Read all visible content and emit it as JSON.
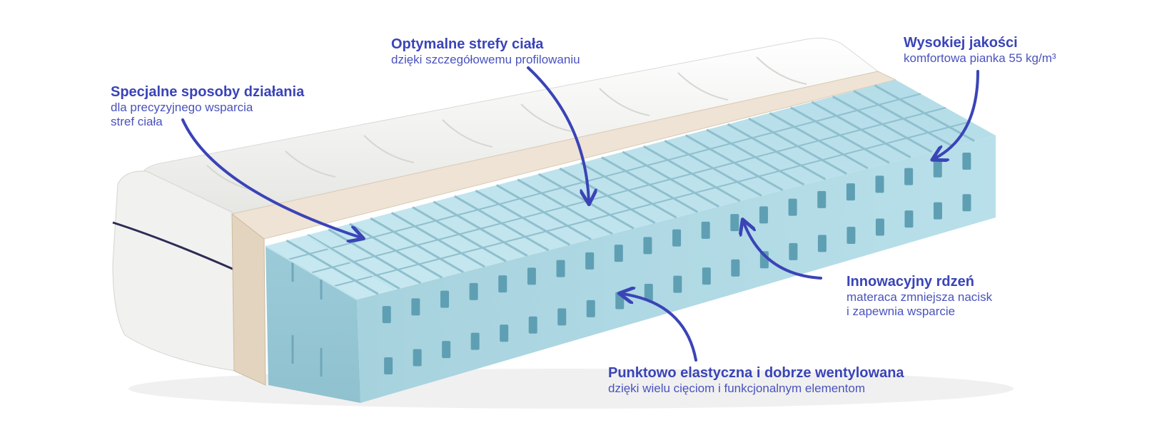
{
  "annotations": [
    {
      "id": "special-modes",
      "title": "Specjalne sposoby działania",
      "lines": [
        "dla precyzyjnego wsparcia",
        "stref ciała"
      ]
    },
    {
      "id": "body-zones",
      "title": "Optymalne strefy ciała",
      "lines": [
        "dzięki szczegółowemu profilowaniu"
      ]
    },
    {
      "id": "high-quality",
      "title": "Wysokiej jakości",
      "lines": [
        "komfortowa pianka 55 kg/m³"
      ]
    },
    {
      "id": "core",
      "title": "Innowacyjny rdzeń",
      "lines": [
        "materaca zmniejsza nacisk",
        "i zapewnia wsparcie"
      ]
    },
    {
      "id": "ventilation",
      "title": "Punktowo elastyczna i dobrze wentylowana",
      "lines": [
        "dzięki wielu cięciom i funkcjonalnym elementom"
      ]
    }
  ],
  "colors": {
    "accent": "#3a44b7",
    "foam": "#a9d6e2",
    "foam_dark": "#7fb9cb",
    "cover": "#f3f3f1",
    "latex": "#e9dccb"
  }
}
